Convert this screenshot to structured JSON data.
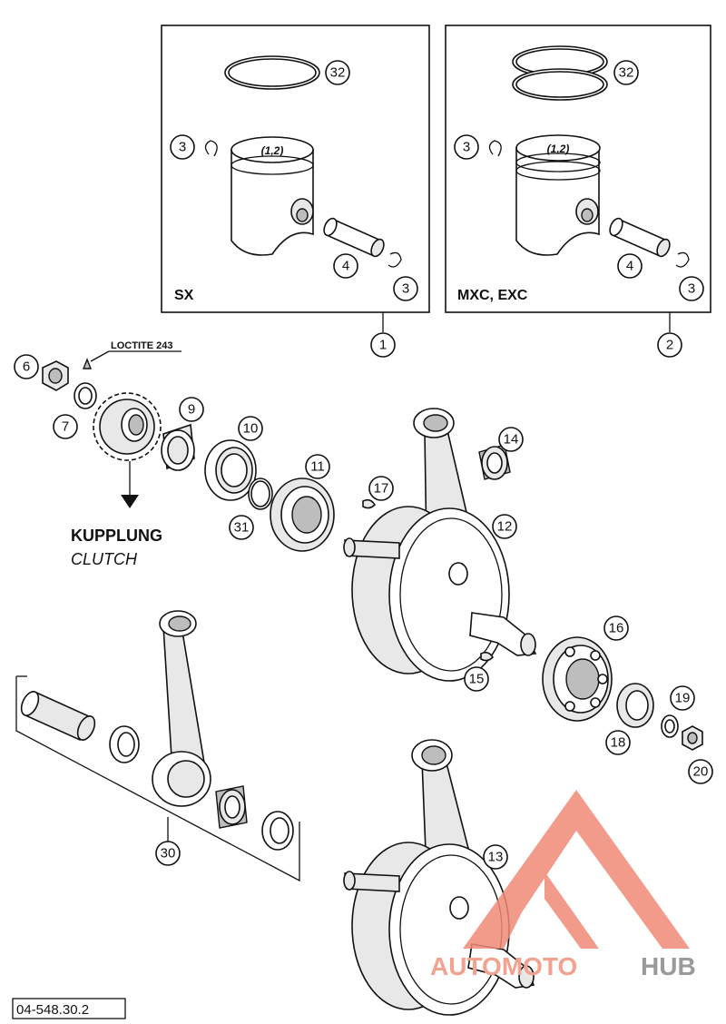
{
  "boxes": {
    "left_label": "SX",
    "right_label": "MXC, EXC"
  },
  "piston_mark": "(1,2)",
  "loctite_label": "LOCTITE 243",
  "kupplung_label": "KUPPLUNG",
  "clutch_label": "CLUTCH",
  "drawing_code": "04-548.30.2",
  "watermark": {
    "word1": "AUTOMOTO",
    "word2": "HUB",
    "color_red": "#f08a76",
    "color_gray": "#9a9a9a"
  },
  "callouts": {
    "c1": "1",
    "c2": "2",
    "c3a": "3",
    "c3b": "3",
    "c3c": "3",
    "c3d": "3",
    "c4a": "4",
    "c4b": "4",
    "c32a": "32",
    "c32b": "32",
    "c6": "6",
    "c7": "7",
    "c9": "9",
    "c10": "10",
    "c11": "11",
    "c12": "12",
    "c13": "13",
    "c14": "14",
    "c15": "15",
    "c16": "16",
    "c17": "17",
    "c18": "18",
    "c19": "19",
    "c20": "20",
    "c30": "30",
    "c31": "31"
  }
}
